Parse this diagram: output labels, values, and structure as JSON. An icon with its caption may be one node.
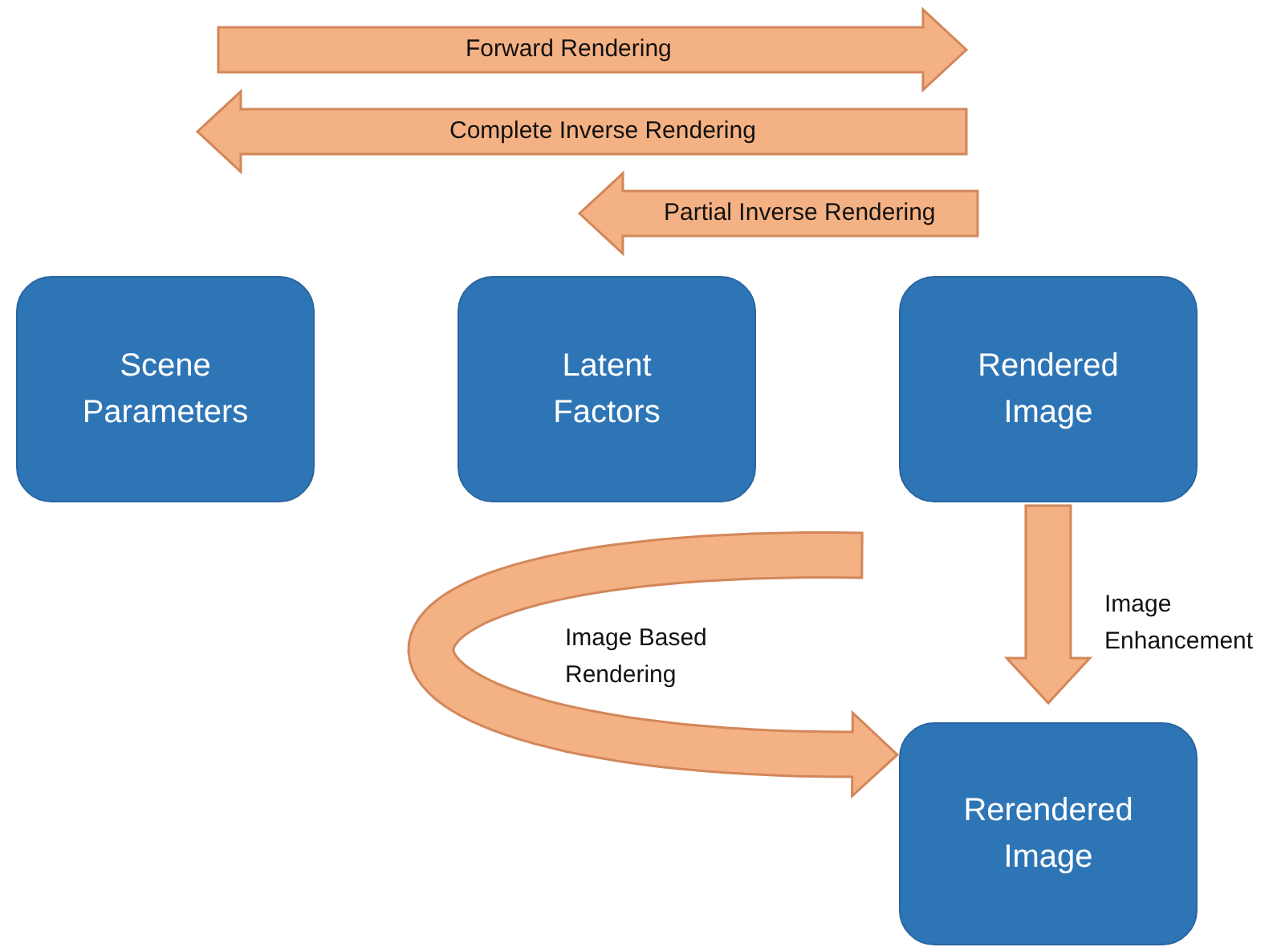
{
  "diagram": {
    "nodes": [
      {
        "text": [
          "Forward Rendering"
        ]
      },
      {
        "text": [
          "Complete Inverse Rendering"
        ]
      },
      {
        "text": [
          "Partial Inverse Rendering"
        ]
      },
      {
        "text": [
          "Scene Parameters"
        ]
      },
      {
        "text": [
          "Latent Factors"
        ]
      },
      {
        "text": [
          "Rendered Image"
        ]
      },
      {
        "text": [
          "Rerendered Image"
        ]
      }
    ],
    "edges": [
      {
        "from": null,
        "to": 6,
        "arrow": "to",
        "label": "Image Based Rendering",
        "style": "thick"
      },
      {
        "from": 5,
        "to": 6,
        "arrow": "to",
        "label": "Image Enhancement",
        "style": "thick"
      }
    ]
  }
}
